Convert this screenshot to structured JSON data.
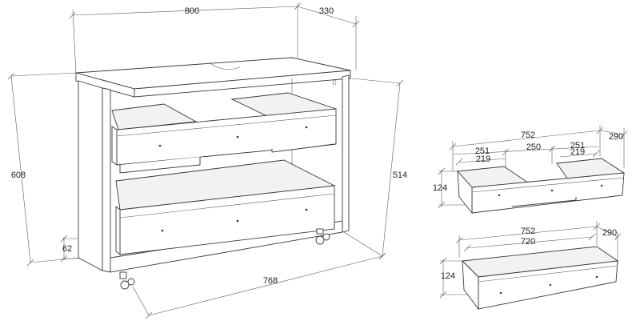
{
  "labels": {
    "cabinet_width": "800",
    "cabinet_depth": "330",
    "cabinet_height": "608",
    "inner_height": "514",
    "inner_width": "768",
    "plinth_height": "62",
    "upper_drawer_width": "752",
    "upper_drawer_depth": "290",
    "upper_left_outer": "251",
    "upper_mid_gap": "250",
    "upper_right_outer": "251",
    "upper_left_inner": "219",
    "upper_right_inner": "219",
    "upper_drawer_height": "124",
    "lower_drawer_width": "752",
    "lower_drawer_inner": "720",
    "lower_drawer_depth": "290",
    "lower_drawer_height": "124"
  }
}
